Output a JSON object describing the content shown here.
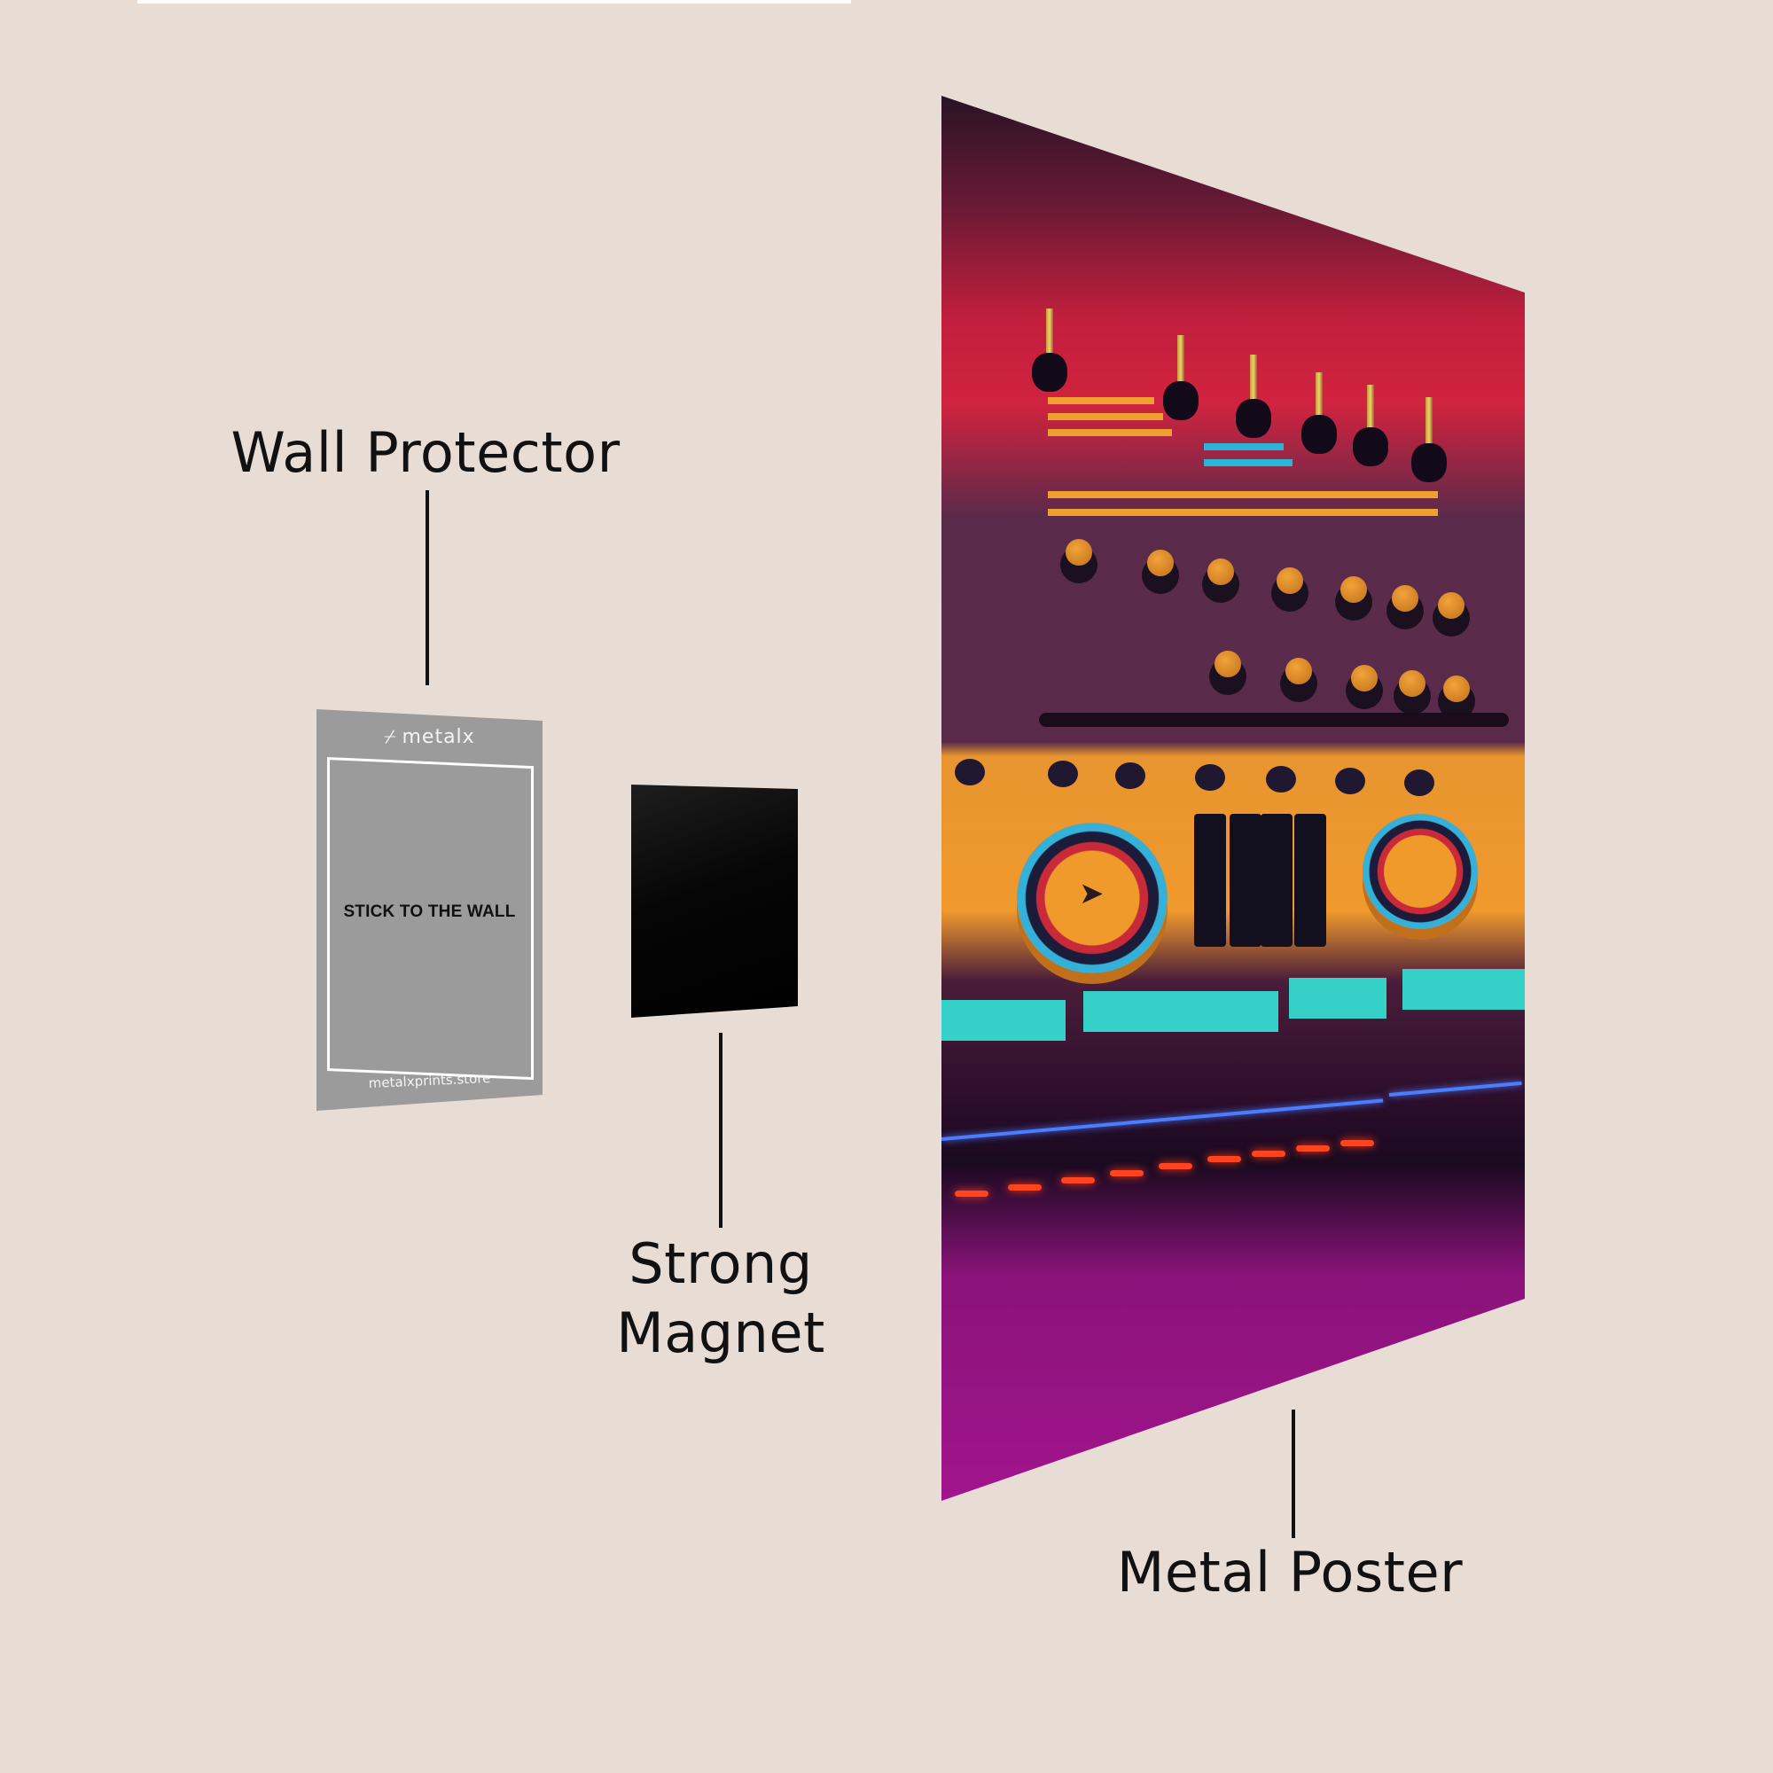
{
  "colors": {
    "background": "#e8ddd5",
    "label_text": "#111111",
    "protector_gray": "#9b9b9b",
    "magnet_black": "#000000",
    "poster_red": "#d0233f",
    "poster_orange": "#f0992d",
    "poster_magenta": "#a1148c",
    "pad_cyan": "#35d0c8"
  },
  "labels": {
    "wall_protector": "Wall Protector",
    "strong_magnet_line1": "Strong",
    "strong_magnet_line2": "Magnet",
    "metal_poster": "Metal Poster"
  },
  "protector": {
    "brand_icon": "metalx-logo-icon",
    "brand_name": "metalx",
    "instruction": "STICK TO THE WALL",
    "website": "metalxprints.store"
  },
  "magnet": {
    "description": "black square magnet"
  },
  "poster": {
    "subject": "DJ mixer / synthesizer artwork in red, orange, cyan and magenta"
  }
}
